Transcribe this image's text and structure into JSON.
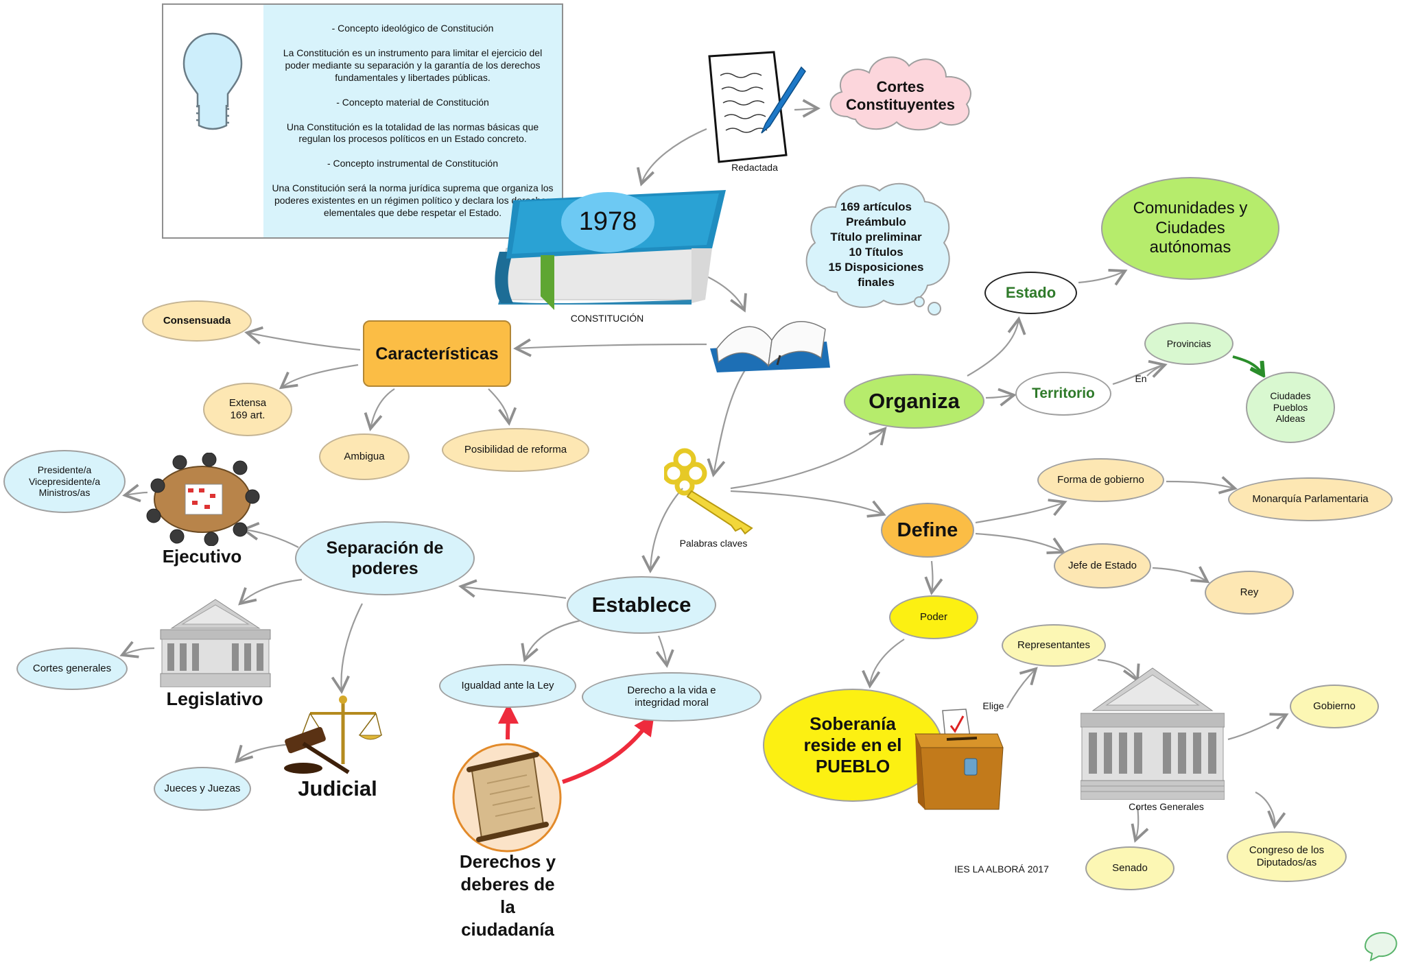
{
  "concept_box": {
    "lines": [
      "- Concepto ideológico de Constitución",
      "La Constitución es un instrumento para limitar el ejercicio del poder mediante su separación y la garantía de los derechos fundamentales y libertades públicas.",
      "- Concepto material de Constitución",
      "Una Constitución es la totalidad de las normas básicas que regulan los procesos políticos en un Estado concreto.",
      "- Concepto instrumental de Constitución",
      "Una Constitución será la norma jurídica suprema que organiza los poderes existentes en un régimen político y declara los derechos elementales que debe respetar el Estado."
    ]
  },
  "book": {
    "year": "1978",
    "label": "CONSTITUCIÓN"
  },
  "redactada": "Redactada",
  "cortes_constituyentes": "Cortes Constituyentes",
  "contents_cloud": {
    "lines": [
      "169 artículos",
      "Preámbulo",
      "Título preliminar",
      "10 Títulos",
      "15 Disposiciones",
      "finales"
    ]
  },
  "caracteristicas": {
    "title": "Características",
    "consensuada": "Consensuada",
    "extensa": [
      "Extensa",
      "169 art."
    ],
    "ambigua": "Ambigua",
    "reforma": "Posibilidad de reforma"
  },
  "key_label": "Palabras claves",
  "organiza": {
    "title": "Organiza",
    "estado": "Estado",
    "comunidades": [
      "Comunidades y",
      "Ciudades",
      "autónomas"
    ],
    "territorio": "Territorio",
    "en": "En",
    "provincias": "Provincias",
    "ciudades": [
      "Ciudades",
      "Pueblos",
      "Aldeas"
    ]
  },
  "define": {
    "title": "Define",
    "forma": "Forma de gobierno",
    "monarquia": "Monarquía Parlamentaria",
    "jefe": "Jefe de Estado",
    "rey": "Rey",
    "poder": "Poder",
    "soberania": [
      "Soberanía",
      "reside en el",
      "PUEBLO"
    ],
    "elige": "Elige",
    "representantes": "Representantes",
    "cortes_generales": "Cortes Generales",
    "gobierno": "Gobierno",
    "senado": "Senado",
    "congreso": [
      "Congreso de los",
      "Diputados/as"
    ]
  },
  "establece": {
    "title": "Establece",
    "separacion": [
      "Separación de",
      "poderes"
    ],
    "ejecutivo": "Ejecutivo",
    "ministros": [
      "Presidente/a",
      "Vicepresidente/a",
      "Ministros/as"
    ],
    "legislativo": "Legislativo",
    "cortes_generales": "Cortes generales",
    "judicial": "Judicial",
    "jueces": "Jueces y Juezas",
    "igualdad": "Igualdad ante la Ley",
    "derecho_vida": [
      "Derecho a la vida e",
      "integridad moral"
    ],
    "derechos_deberes": [
      "Derechos y",
      "deberes de",
      "la",
      "ciudadanía"
    ]
  },
  "credit": "IES LA ALBORÁ 2017",
  "colors": {
    "yellow_node": "#fde7b3",
    "orange_node": "#fbbd45",
    "blue_node": "#d8f3fb",
    "green_node": "#b6ec6c",
    "light_green": "#d9f8d0",
    "bright_yellow": "#fcf012",
    "pink_cloud": "#fcd6dc"
  }
}
